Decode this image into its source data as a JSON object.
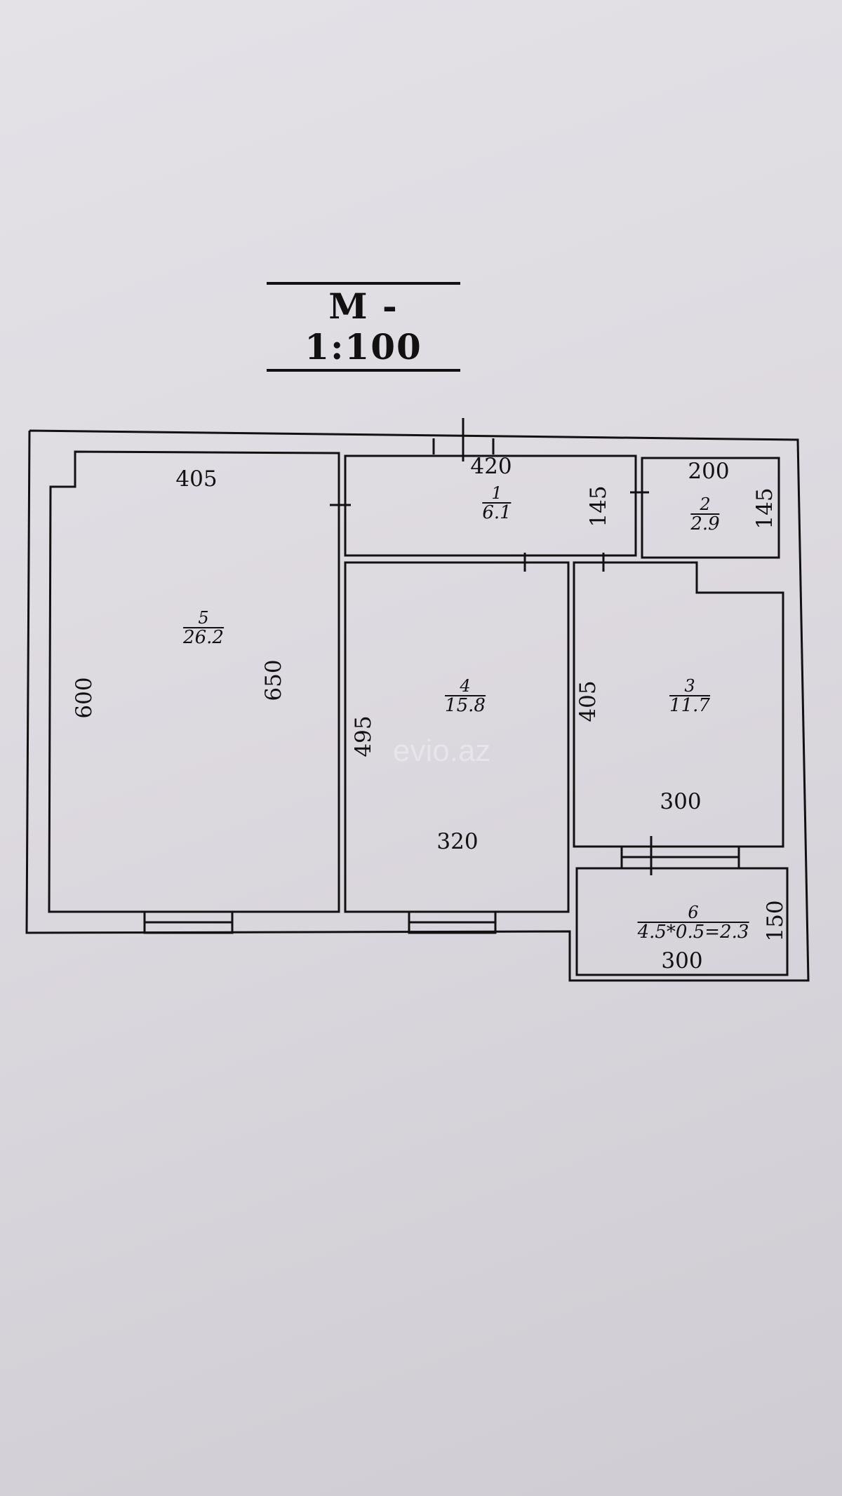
{
  "scale": "M - 1:100",
  "rooms": [
    {
      "id": "room-1",
      "number": "1",
      "area": "6.1"
    },
    {
      "id": "room-2",
      "number": "2",
      "area": "2.9"
    },
    {
      "id": "room-3",
      "number": "3",
      "area": "11.7"
    },
    {
      "id": "room-4",
      "number": "4",
      "area": "15.8"
    },
    {
      "id": "room-5",
      "number": "5",
      "area": "26.2"
    },
    {
      "id": "room-6",
      "number": "6",
      "area": "4.5*0.5=2.3"
    }
  ],
  "dimensions": {
    "room5_top": "405",
    "room5_left": "600",
    "room5_right": "650",
    "room1_top": "420",
    "room1_right": "145",
    "room2_top": "200",
    "room2_right": "145",
    "room4_left": "495",
    "room4_bottom": "320",
    "room3_left": "405",
    "room3_bottom": "300",
    "room6_bottom": "300",
    "room6_right": "150"
  },
  "watermark": "evio.az",
  "colors": {
    "ink": "#111111",
    "paper": "#e0dde3"
  }
}
